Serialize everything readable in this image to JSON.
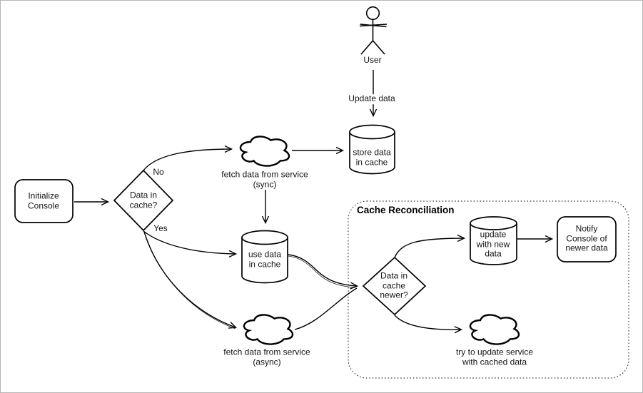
{
  "diagram": {
    "group_title": "Cache Reconciliation",
    "nodes": {
      "user": "User",
      "store_cache": "store data\nin cache",
      "init_console": "Initialize\nConsole",
      "cache_check": "Data in\ncache?",
      "fetch_sync": "fetch data from service\n(sync)",
      "use_cache": "use data\nin cache",
      "fetch_async": "fetch data from service\n(async)",
      "cache_newer_check": "Data in\ncache\nnewer?",
      "update_new_data": "update\nwith new\ndata",
      "notify_console": "Notify\nConsole of\nnewer data",
      "try_update_service": "try to update service\nwith cached data"
    },
    "edge_labels": {
      "update_data": "Update data",
      "no": "No",
      "yes": "Yes"
    },
    "colors": {
      "stroke": "#000000",
      "text": "#141414",
      "background": "#ffffff",
      "page_border": "#b6b6b6"
    }
  }
}
